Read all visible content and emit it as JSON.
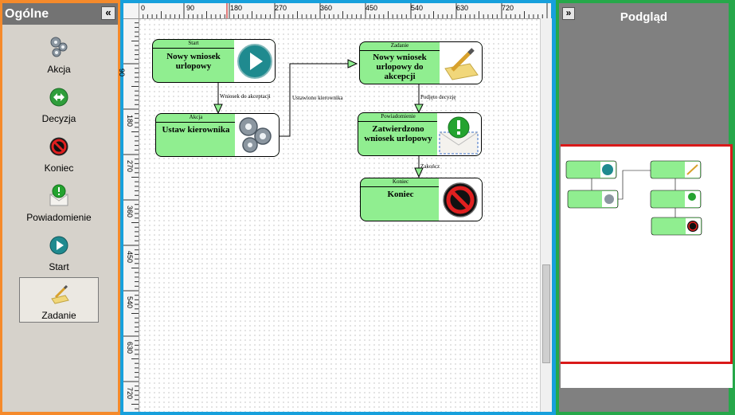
{
  "palette": {
    "title": "Ogólne",
    "collapse_label": "«",
    "tools": [
      {
        "label": "Akcja",
        "icon": "gears-icon"
      },
      {
        "label": "Decyzja",
        "icon": "decision-arrows-icon"
      },
      {
        "label": "Koniec",
        "icon": "no-entry-icon"
      },
      {
        "label": "Powiadomienie",
        "icon": "envelope-alert-icon"
      },
      {
        "label": "Start",
        "icon": "play-icon"
      },
      {
        "label": "Zadanie",
        "icon": "pencil-note-icon"
      }
    ],
    "selected_tool": "Zadanie"
  },
  "canvas": {
    "ruler_top": [
      "0",
      "90",
      "180",
      "270",
      "360",
      "450",
      "540",
      "630",
      "720"
    ],
    "ruler_left": [
      "90",
      "180",
      "270",
      "360",
      "450",
      "540",
      "630",
      "720"
    ],
    "nodes": [
      {
        "id": "start",
        "type": "Start",
        "title": "Nowy wniosek urlopowy",
        "icon": "play-icon"
      },
      {
        "id": "akcja",
        "type": "Akcja",
        "title": "Ustaw kierownika",
        "icon": "gears-icon"
      },
      {
        "id": "zadanie",
        "type": "Zadanie",
        "title": "Nowy wniosek urlopowy do akcepcji",
        "icon": "pencil-note-icon"
      },
      {
        "id": "powiadomienie",
        "type": "Powiadomienie",
        "title": "Zatwierdzono wniosek urlopowy",
        "icon": "envelope-alert-icon"
      },
      {
        "id": "koniec",
        "type": "Koniec",
        "title": "Koniec",
        "icon": "no-entry-icon"
      }
    ],
    "edges": [
      {
        "from": "start",
        "to": "akcja",
        "label": "Wniosek do akceptacji"
      },
      {
        "from": "akcja",
        "to": "zadanie",
        "label": "Ustawiono kierownika"
      },
      {
        "from": "zadanie",
        "to": "powiadomienie",
        "label": "Podjęto decyzję"
      },
      {
        "from": "powiadomienie",
        "to": "koniec",
        "label": "Zakończ"
      }
    ]
  },
  "preview": {
    "title": "Podgląd",
    "expand_label": "»"
  },
  "colors": {
    "left_border": "#f58a2b",
    "center_border": "#17a0dc",
    "right_border": "#26a84a",
    "node_fill": "#90ee90",
    "viewport_marker": "#d91a1a"
  }
}
